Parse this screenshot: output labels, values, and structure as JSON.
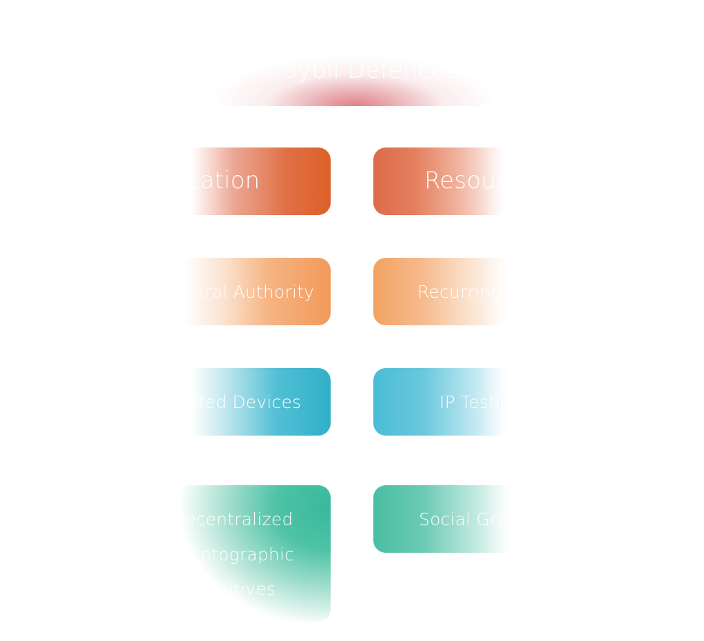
{
  "diagram": {
    "root": {
      "label": "Sybil Defences"
    },
    "left_branch": {
      "heading": "Verification",
      "items": [
        {
          "label": "Central Authority"
        },
        {
          "label": "Trusted Devices"
        },
        {
          "lines": [
            "Decentralized",
            "Cryptographic",
            "Primitives"
          ]
        }
      ]
    },
    "right_branch": {
      "heading": "Resource",
      "items": [
        {
          "label": "Recurring Costs"
        },
        {
          "label": "IP Testing"
        },
        {
          "label": "Social Graph"
        }
      ]
    },
    "colors": {
      "root": "#de7880",
      "verification": "#dd6028",
      "resource": "#dd6a4a",
      "orange_tier": "#f29a5c",
      "blue_tier": "#2fb0c8",
      "green_tier": "#37b99c"
    }
  }
}
